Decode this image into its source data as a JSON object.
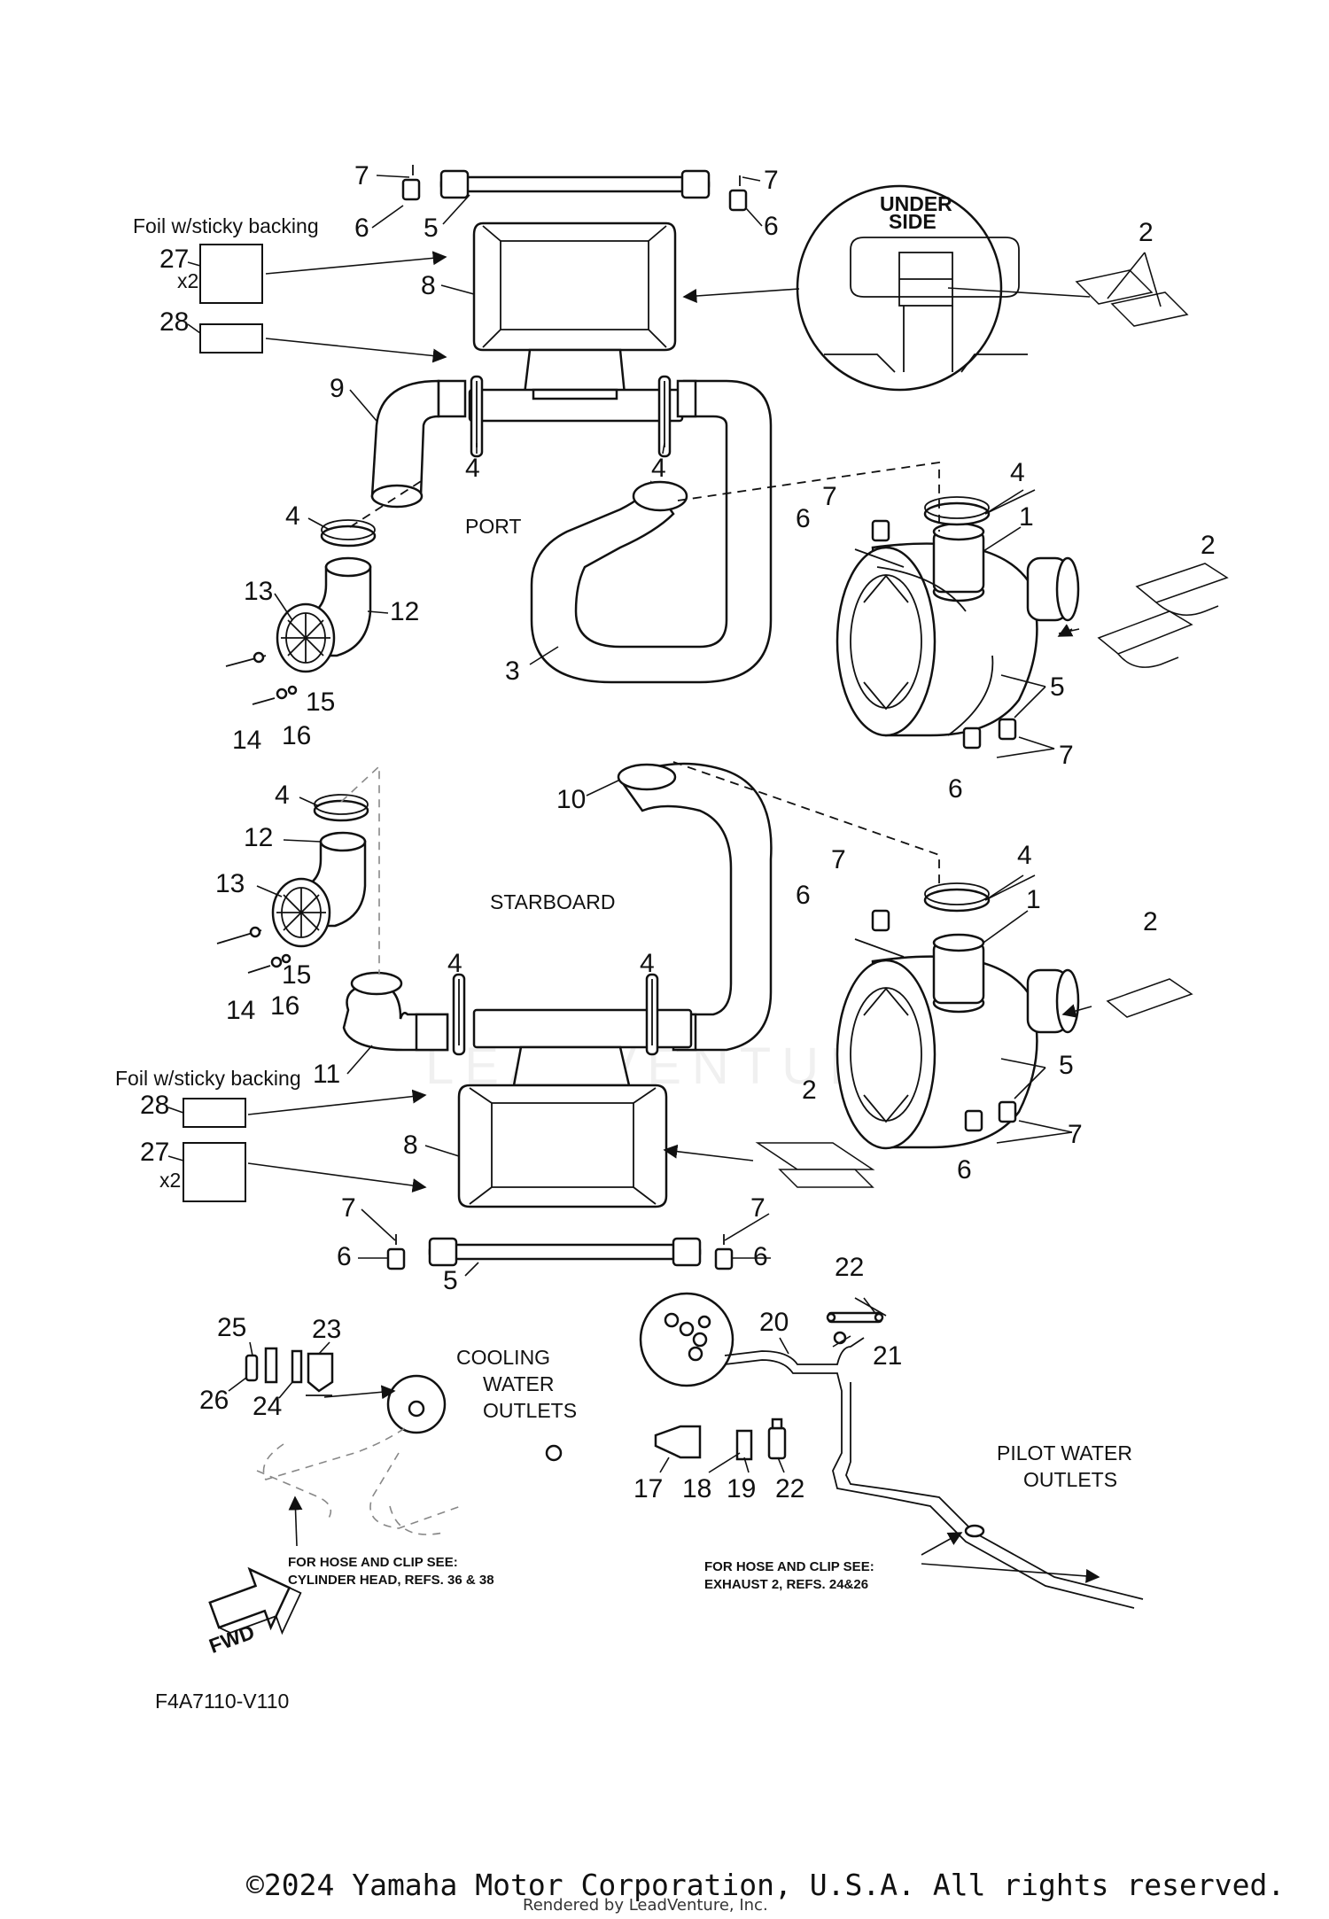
{
  "title_code": "F4A7110-V110",
  "copyright": "©2024 Yamaha Motor Corporation, U.S.A. All rights reserved.",
  "rendered_by": "Rendered by LeadVenture, Inc.",
  "watermark": "LEADVENTURE",
  "labels": {
    "foil_top": "Foil w/sticky backing",
    "foil_bottom": "Foil w/sticky backing",
    "x2_top": "x2",
    "x2_bottom": "x2",
    "under_side": "UNDER\nSIDE",
    "under": "UNDER",
    "side": "SIDE",
    "port": "PORT",
    "starboard": "STARBOARD",
    "cooling_1": "COOLING",
    "cooling_2": "WATER",
    "cooling_3": "OUTLETS",
    "pilot_1": "PILOT WATER",
    "pilot_2": "OUTLETS",
    "note_cyl_1": "FOR HOSE AND CLIP SEE:",
    "note_cyl_2": "CYLINDER HEAD, REFS. 36 & 38",
    "note_exh_1": "FOR HOSE AND CLIP SEE:",
    "note_exh_2": "EXHAUST 2, REFS.  24&26",
    "fwd": "FWD"
  },
  "callouts": {
    "c7a": "7",
    "c6a": "6",
    "c5a": "5",
    "c7b": "7",
    "c6b": "6",
    "c27a": "27",
    "c8a": "8",
    "c28a": "28",
    "c2a": "2",
    "c9": "9",
    "c4a": "4",
    "c4b": "4",
    "c4c": "4",
    "c4d": "4",
    "c13a": "13",
    "c12a": "12",
    "c15a": "15",
    "c14a": "14",
    "c16a": "16",
    "c3": "3",
    "c7c": "7",
    "c6c": "6",
    "c1a": "1",
    "c2b": "2",
    "c5b": "5",
    "c7d": "7",
    "c6d": "6",
    "c10": "10",
    "c4e": "4",
    "c12b": "12",
    "c13b": "13",
    "c15b": "15",
    "c14b": "14",
    "c16b": "16",
    "c4f": "4",
    "c4g": "4",
    "c11": "11",
    "c28b": "28",
    "c27b": "27",
    "c8b": "8",
    "c2c": "2",
    "c7e": "7",
    "c6e": "6",
    "c1b": "1",
    "c2d": "2",
    "c5c": "5",
    "c7f": "7",
    "c6f": "6",
    "c7g": "7",
    "c6g": "6",
    "c5d": "5",
    "c7h": "7",
    "c6h": "6",
    "c25": "25",
    "c23": "23",
    "c26": "26",
    "c24": "24",
    "c22a": "22",
    "c20": "20",
    "c21": "21",
    "c17": "17",
    "c18": "18",
    "c19": "19",
    "c22b": "22"
  }
}
